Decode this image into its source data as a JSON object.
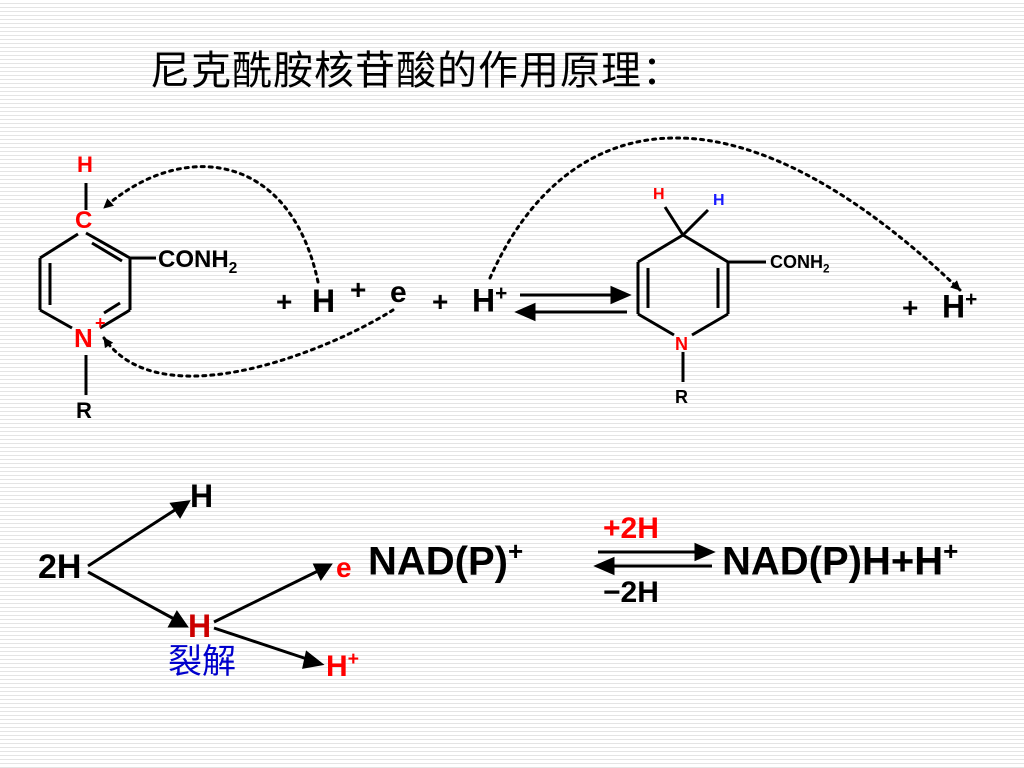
{
  "title": "尼克酰胺核苷酸的作用原理：",
  "oxidized_ring": {
    "h_top": "H",
    "c_atom": "C",
    "substituent": "CONH",
    "substituent_sub": "2",
    "n_atom": "N",
    "n_charge": "+",
    "r_group": "R"
  },
  "reactants": {
    "plus1": "+",
    "h_atom": "H",
    "plus2": "+",
    "electron": "e",
    "plus3": "+",
    "proton": "H",
    "proton_sup": "+"
  },
  "reduced_ring": {
    "h_left": "H",
    "h_right": "H",
    "substituent": "CONH",
    "substituent_sub": "2",
    "n_atom": "N",
    "r_group": "R"
  },
  "product_proton": {
    "plus": "+",
    "proton": "H",
    "proton_sup": "+"
  },
  "split_scheme": {
    "source": "2H",
    "upper_branch": "H",
    "lower_branch": "H",
    "lower_label": "裂解",
    "electron": "e",
    "proton": "H",
    "proton_sup": "+"
  },
  "nad_equation": {
    "left": "NAD(P)",
    "left_sup": "+",
    "forward_label": "+2H",
    "reverse_label": "−2H",
    "right": "NAD(P)H+H",
    "right_sup": "+"
  },
  "colors": {
    "accent_red": "#ff0000",
    "accent_blue": "#1a1aff",
    "label_navy": "#0000cc"
  }
}
